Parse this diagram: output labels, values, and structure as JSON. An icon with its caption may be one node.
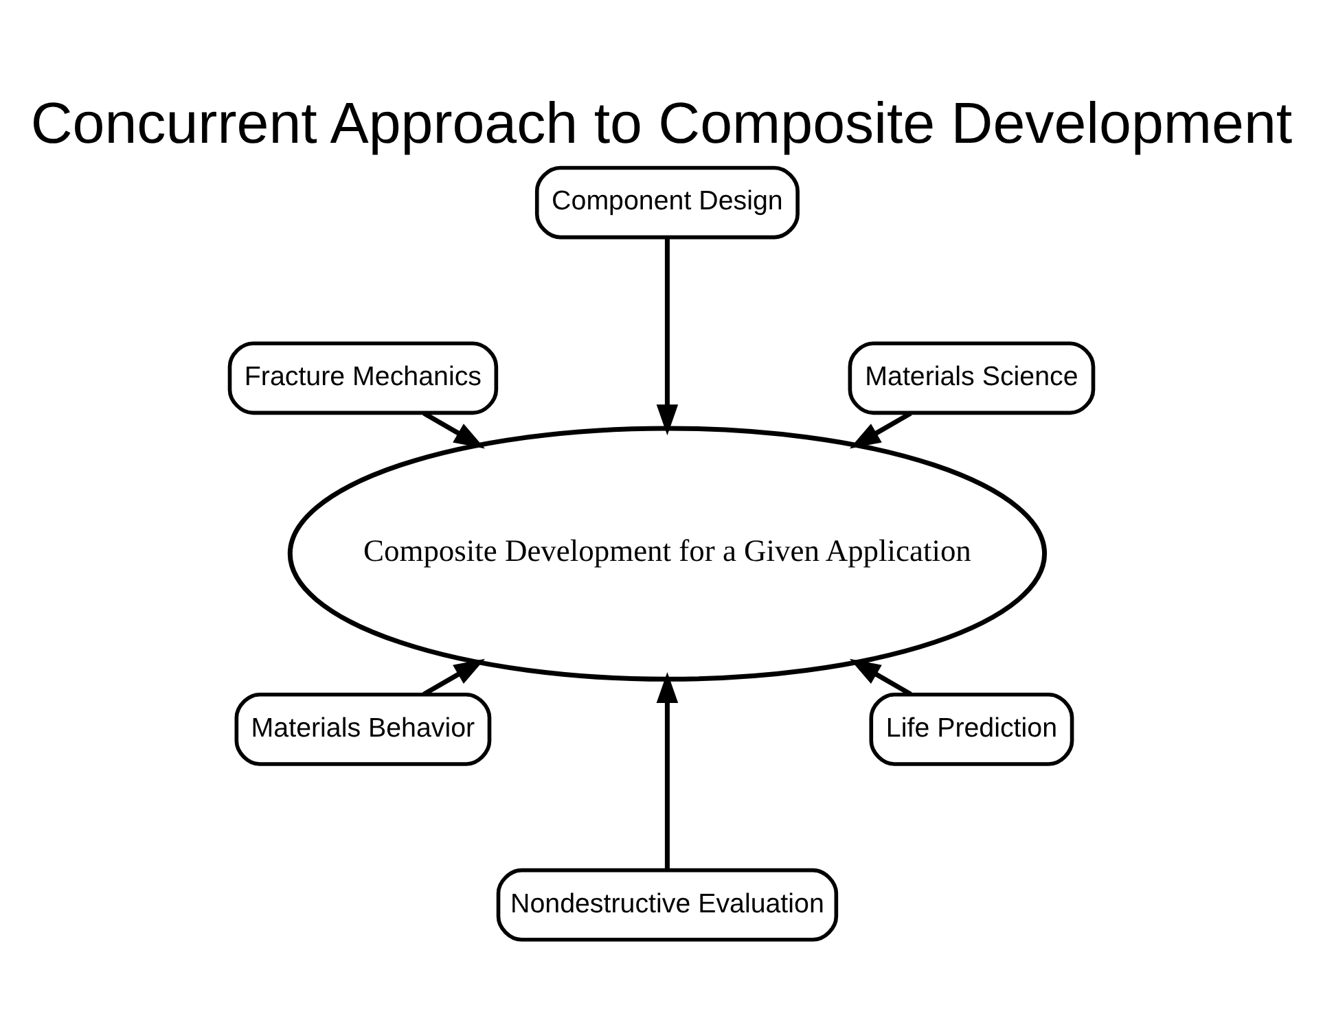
{
  "diagram": {
    "title": "Concurrent Approach to Composite Development",
    "nodes": [
      {
        "text": [
          "Composite Development for a Given Application"
        ]
      },
      {
        "text": [
          "Materials Science"
        ]
      },
      {
        "text": [
          "Component Design"
        ]
      },
      {
        "text": [
          "Fracture Mechanics"
        ]
      },
      {
        "text": [
          "Materials Behavior"
        ]
      },
      {
        "text": [
          "Nondestructive Evaluation"
        ]
      },
      {
        "text": [
          "Life Prediction"
        ]
      }
    ],
    "edges": [
      {
        "from": 1,
        "to": 0,
        "arrow": "to"
      },
      {
        "from": 2,
        "to": 0,
        "arrow": "to"
      },
      {
        "from": 3,
        "to": 0,
        "arrow": "to"
      },
      {
        "from": 4,
        "to": 0,
        "arrow": "to"
      },
      {
        "from": 5,
        "to": 0,
        "arrow": "to"
      },
      {
        "from": 6,
        "to": 0,
        "arrow": "to"
      }
    ]
  }
}
